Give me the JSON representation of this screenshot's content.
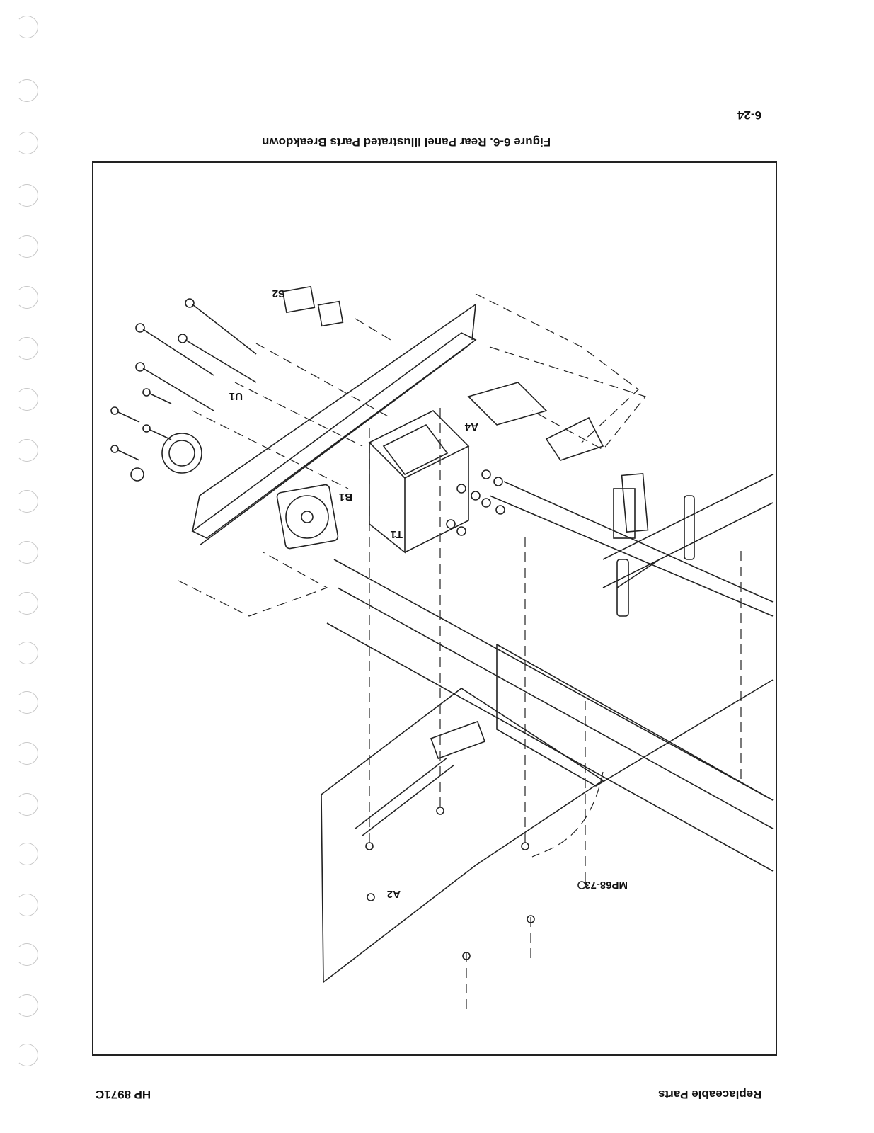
{
  "document": {
    "page_number": "6-24",
    "figure_caption": "Figure 6-6. Rear Panel Illustrated Parts Breakdown",
    "footer_left": "HP 8971C",
    "footer_right": "Replaceable Parts",
    "orientation_note": "page printed upside down (rotated 180 degrees)"
  },
  "diagram": {
    "callouts": [
      "S2",
      "U1",
      "A4",
      "B1",
      "T1",
      "A2",
      "MP68-73"
    ]
  }
}
